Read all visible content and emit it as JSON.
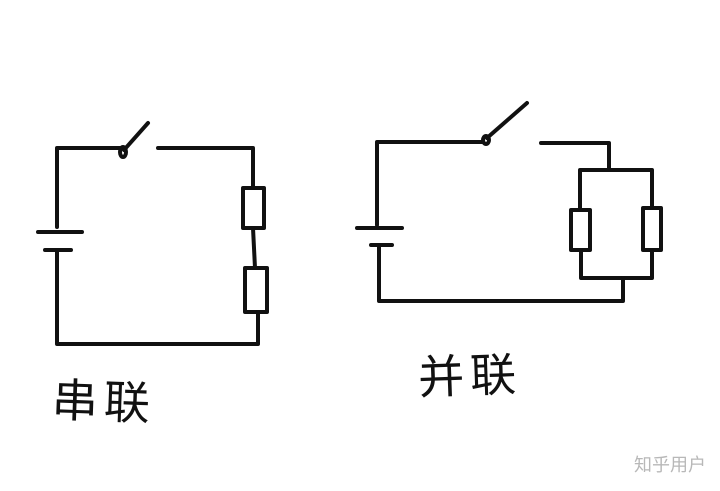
{
  "labels": {
    "series": "串联",
    "parallel": "并联"
  },
  "watermark": "知乎用户",
  "colors": {
    "ink": "#111111",
    "watermark": "#b8b8b8"
  }
}
